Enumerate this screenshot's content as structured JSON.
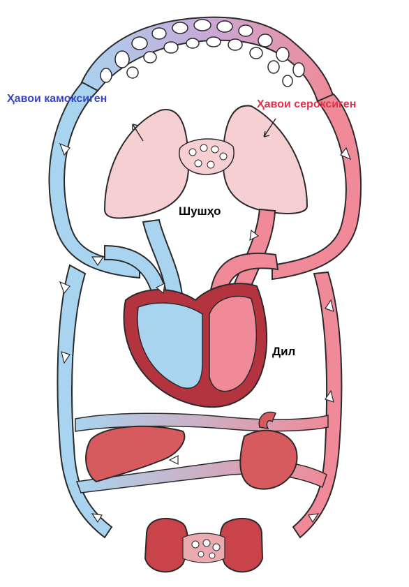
{
  "labels": {
    "deoxygenated_air": "Ҳавои камоксиген",
    "oxygenated_air": "Ҳавои сероксиген",
    "lungs": "Шушҳо",
    "heart": "Дил"
  },
  "colors": {
    "deoxygenated": "#3a45c8",
    "oxygenated": "#e0304a",
    "vein_fill": "#a9d4ef",
    "artery_fill": "#f08a98",
    "organ_fill": "#d65a5e",
    "lung_fill": "#f5cfd2",
    "outline": "#2a2a2a"
  }
}
